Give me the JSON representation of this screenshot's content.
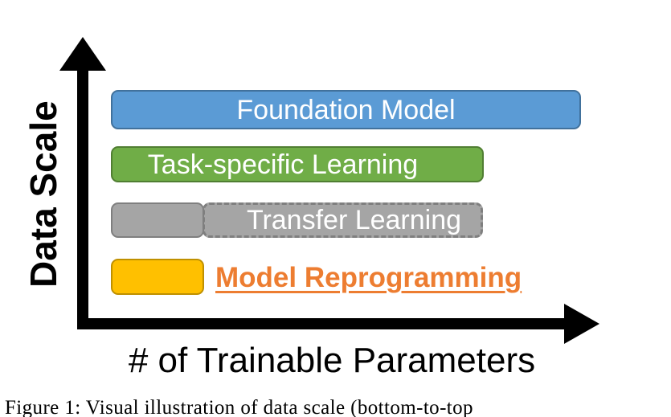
{
  "figure": {
    "axes": {
      "y_label": "Data Scale",
      "x_label": "# of Trainable Parameters",
      "axis_color": "#000000"
    },
    "bars": [
      {
        "id": "foundation-model",
        "label": "Foundation Model",
        "fill": "#5B9BD5",
        "stroke": "#41719C",
        "border_style": "solid",
        "label_color": "#ffffff"
      },
      {
        "id": "task-specific-learning",
        "label": "Task-specific Learning",
        "fill": "#70AD47",
        "stroke": "#507E32",
        "border_style": "solid",
        "label_color": "#ffffff"
      },
      {
        "id": "transfer-learning",
        "label": "Transfer Learning",
        "fill": "#A5A5A5",
        "stroke": "#7F7F7F",
        "border_style": "solid+dashed",
        "label_color": "#ffffff"
      },
      {
        "id": "model-reprogramming",
        "label": "Model Reprogramming",
        "fill": "#FFC000",
        "stroke": "#BF9000",
        "border_style": "solid",
        "label_color": "#ED7D31"
      }
    ],
    "caption": "Figure 1: Visual illustration of data scale (bottom-to-top"
  },
  "chart_data": {
    "type": "bar",
    "orientation": "horizontal",
    "title": "",
    "xlabel": "# of Trainable Parameters",
    "ylabel": "Data Scale",
    "grid": false,
    "legend": "none",
    "categories": [
      "Foundation Model",
      "Task-specific Learning",
      "Transfer Learning",
      "Model Reprogramming"
    ],
    "values": [
      585,
      464,
      463,
      116
    ],
    "value_units": "relative bar length (px)",
    "colors": [
      "#5B9BD5",
      "#70AD47",
      "#A5A5A5",
      "#FFC000"
    ],
    "notes": "Qualitative schematic: bar length encodes # of trainable parameters; vertical stacking order (top to bottom) encodes decreasing data scale. Transfer Learning bar is split into a solid-bordered trainable segment (116) and a dashed-bordered frozen segment (347).",
    "xlim": [
      0,
      610
    ],
    "ylim": [
      0,
      4
    ]
  }
}
